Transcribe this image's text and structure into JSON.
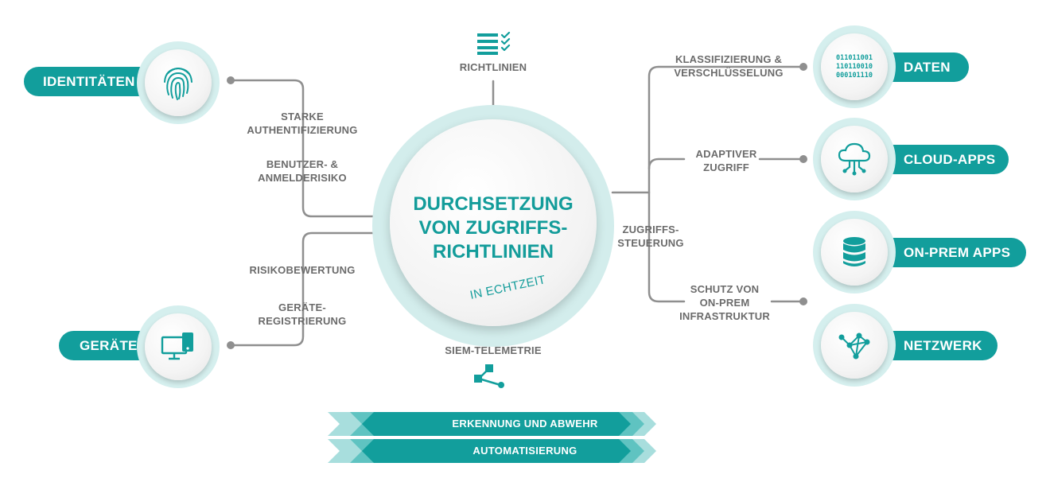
{
  "center": {
    "title_lines": [
      "DURCHSETZUNG",
      "VON ZUGRIFFS-",
      "RICHTLINIEN"
    ],
    "subtitle": "IN ECHTZEIT"
  },
  "top": {
    "label": "RICHTLINIEN",
    "icon": "policy-list-icon"
  },
  "bottom": {
    "label": "SIEM-TELEMETRIE",
    "icon": "share-icon"
  },
  "left": {
    "identities": {
      "label": "IDENTITÄTEN",
      "icon": "fingerprint-icon"
    },
    "devices": {
      "label": "GERÄTE",
      "icon": "devices-icon"
    },
    "labels": {
      "strong_auth": [
        "STARKE",
        "AUTHENTIFIZIERUNG"
      ],
      "user_risk": [
        "BENUTZER- &",
        "ANMELDERISIKO"
      ],
      "risk_rating": [
        "RISIKOBEWERTUNG"
      ],
      "device_reg": [
        "GERÄTE-",
        "REGISTRIERUNG"
      ]
    }
  },
  "right": {
    "access_control": [
      "ZUGRIFFS-",
      "STEUERUNG"
    ],
    "classification": [
      "KLASSIFIZIERUNG &",
      "VERSCHLÜSSELUNG"
    ],
    "adaptive": [
      "ADAPTIVER",
      "ZUGRIFF"
    ],
    "protection": [
      "SCHUTZ VON",
      "ON-PREM",
      "INFRASTRUKTUR"
    ],
    "nodes": [
      {
        "label": "DATEN",
        "icon": "binary-data-icon",
        "binary": [
          "011011001",
          "110110010",
          "000101110"
        ]
      },
      {
        "label": "CLOUD-APPS",
        "icon": "cloud-icon"
      },
      {
        "label": "ON-PREM APPS",
        "icon": "database-icon"
      },
      {
        "label": "NETZWERK",
        "icon": "network-icon"
      }
    ]
  },
  "banners": [
    "ERKENNUNG UND ABWEHR",
    "AUTOMATISIERUNG"
  ],
  "colors": {
    "teal": "#129e9c",
    "light_teal": "#d5efee",
    "line_gray": "#8f8f8f",
    "text_gray": "#6b6b6b"
  }
}
